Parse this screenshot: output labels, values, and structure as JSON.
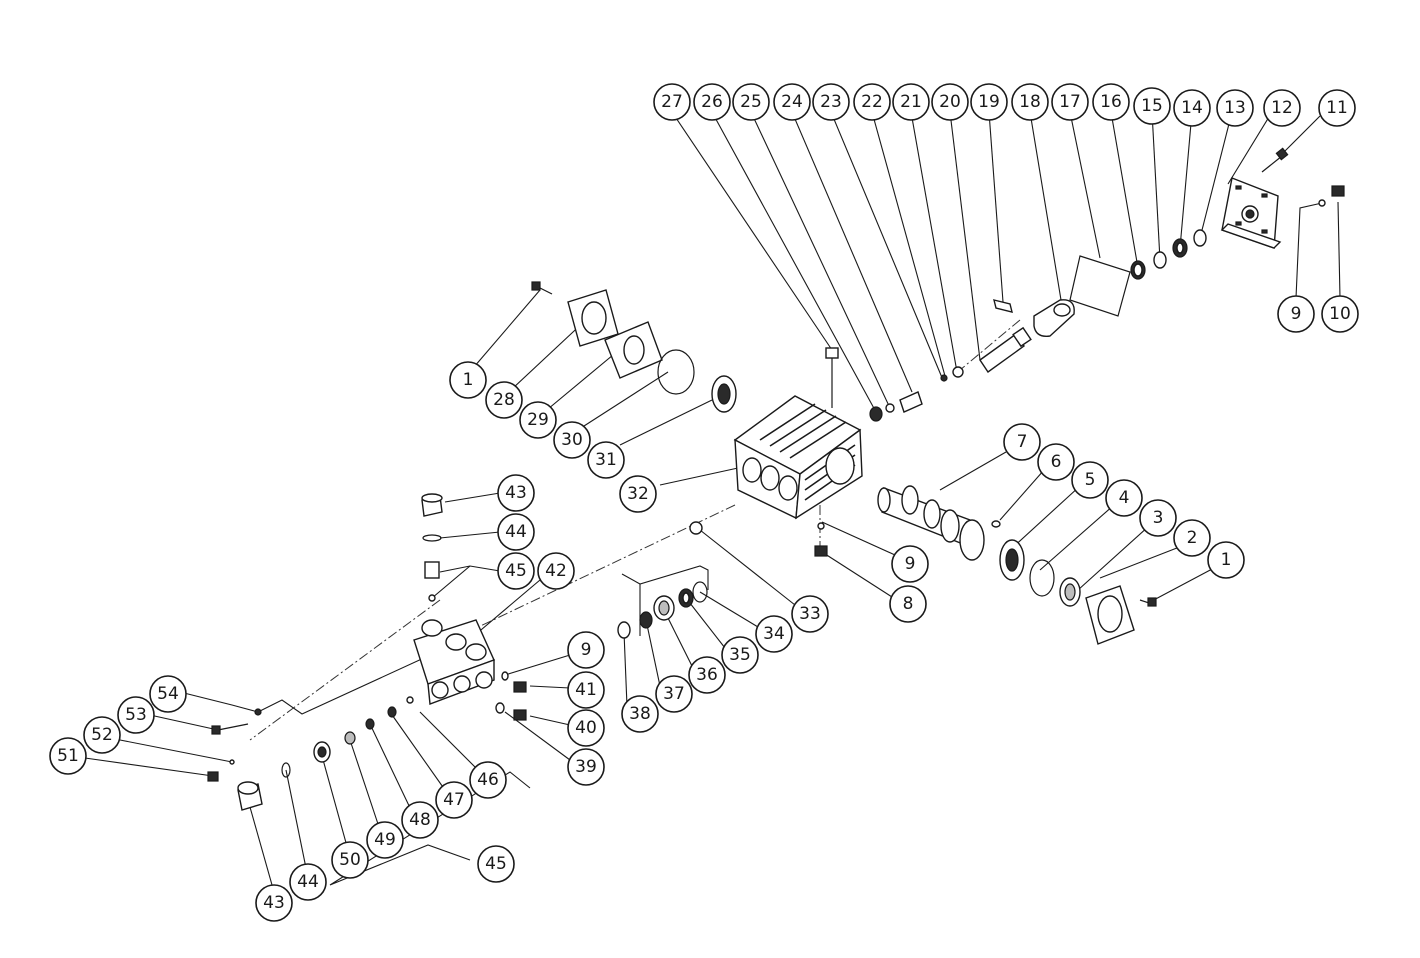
{
  "diagram": {
    "callouts": [
      {
        "id": "c27",
        "label": "27"
      },
      {
        "id": "c26",
        "label": "26"
      },
      {
        "id": "c25",
        "label": "25"
      },
      {
        "id": "c24",
        "label": "24"
      },
      {
        "id": "c23",
        "label": "23"
      },
      {
        "id": "c22",
        "label": "22"
      },
      {
        "id": "c21",
        "label": "21"
      },
      {
        "id": "c20",
        "label": "20"
      },
      {
        "id": "c19",
        "label": "19"
      },
      {
        "id": "c18",
        "label": "18"
      },
      {
        "id": "c17",
        "label": "17"
      },
      {
        "id": "c16",
        "label": "16"
      },
      {
        "id": "c15",
        "label": "15"
      },
      {
        "id": "c14",
        "label": "14"
      },
      {
        "id": "c13",
        "label": "13"
      },
      {
        "id": "c12",
        "label": "12"
      },
      {
        "id": "c11",
        "label": "11"
      },
      {
        "id": "c9a",
        "label": "9"
      },
      {
        "id": "c10",
        "label": "10"
      },
      {
        "id": "c1a",
        "label": "1"
      },
      {
        "id": "c28",
        "label": "28"
      },
      {
        "id": "c29",
        "label": "29"
      },
      {
        "id": "c30",
        "label": "30"
      },
      {
        "id": "c31",
        "label": "31"
      },
      {
        "id": "c32",
        "label": "32"
      },
      {
        "id": "c7",
        "label": "7"
      },
      {
        "id": "c6",
        "label": "6"
      },
      {
        "id": "c5",
        "label": "5"
      },
      {
        "id": "c4",
        "label": "4"
      },
      {
        "id": "c3",
        "label": "3"
      },
      {
        "id": "c2",
        "label": "2"
      },
      {
        "id": "c1b",
        "label": "1"
      },
      {
        "id": "c9b",
        "label": "9"
      },
      {
        "id": "c8",
        "label": "8"
      },
      {
        "id": "c33",
        "label": "33"
      },
      {
        "id": "c34",
        "label": "34"
      },
      {
        "id": "c35",
        "label": "35"
      },
      {
        "id": "c36",
        "label": "36"
      },
      {
        "id": "c37",
        "label": "37"
      },
      {
        "id": "c38",
        "label": "38"
      },
      {
        "id": "c43a",
        "label": "43"
      },
      {
        "id": "c44a",
        "label": "44"
      },
      {
        "id": "c45a",
        "label": "45"
      },
      {
        "id": "c42",
        "label": "42"
      },
      {
        "id": "c9c",
        "label": "9"
      },
      {
        "id": "c41",
        "label": "41"
      },
      {
        "id": "c40",
        "label": "40"
      },
      {
        "id": "c39",
        "label": "39"
      },
      {
        "id": "c54",
        "label": "54"
      },
      {
        "id": "c53",
        "label": "53"
      },
      {
        "id": "c52",
        "label": "52"
      },
      {
        "id": "c51",
        "label": "51"
      },
      {
        "id": "c46",
        "label": "46"
      },
      {
        "id": "c47",
        "label": "47"
      },
      {
        "id": "c48",
        "label": "48"
      },
      {
        "id": "c49",
        "label": "49"
      },
      {
        "id": "c50",
        "label": "50"
      },
      {
        "id": "c44b",
        "label": "44"
      },
      {
        "id": "c43b",
        "label": "43"
      },
      {
        "id": "c45b",
        "label": "45"
      }
    ]
  }
}
